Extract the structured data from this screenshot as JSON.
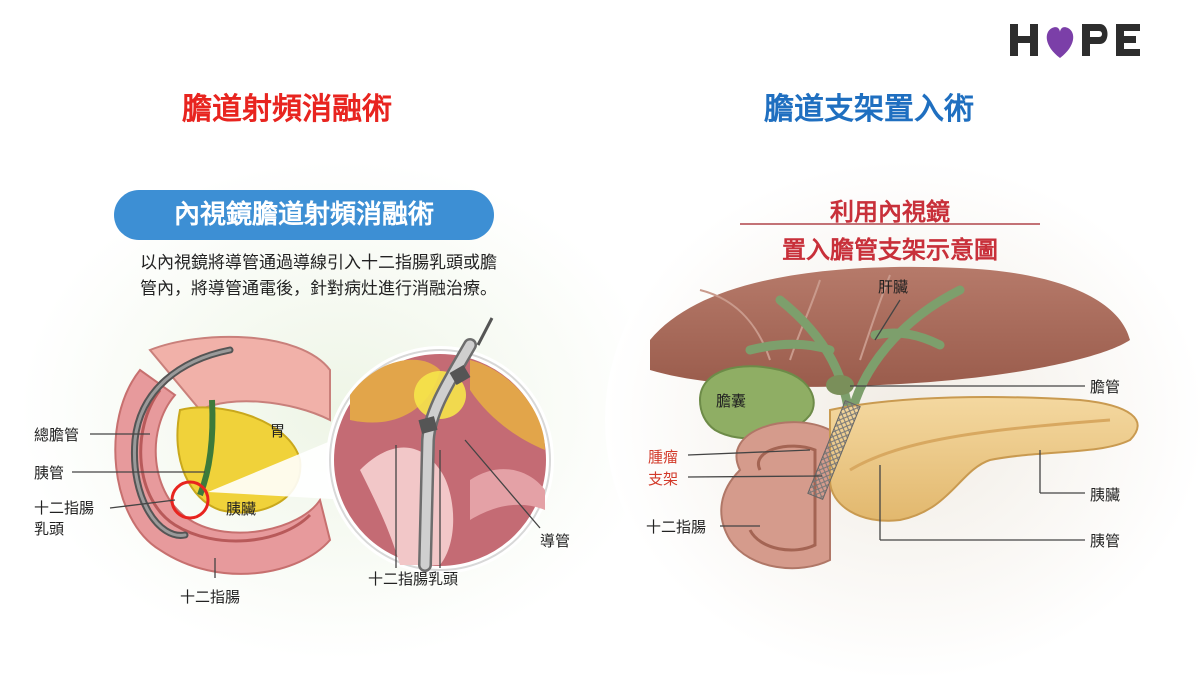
{
  "logo": {
    "text": "HOPE",
    "colors": {
      "letters": "#2d2d2d",
      "heart": "#7b3fa8"
    }
  },
  "left_panel": {
    "title": "膽道射頻消融術",
    "title_color": "#e8241f",
    "banner": "內視鏡膽道射頻消融術",
    "description": "以內視鏡將導管通過導線引入十二指腸乳頭或膽管內，將導管通電後，針對病灶進行消融治療。",
    "labels": {
      "bile_duct": "總膽管",
      "pancreatic_duct": "胰管",
      "papilla": "十二指腸\n乳頭",
      "stomach": "胃",
      "pancreas": "胰臟",
      "duodenum": "十二指腸",
      "catheter": "導管",
      "papilla_zoom": "十二指腸乳頭"
    }
  },
  "right_panel": {
    "title": "膽道支架置入術",
    "title_color": "#1f6fc0",
    "diagram_title_line1": "利用內視鏡",
    "diagram_title_line2": "置入膽管支架示意圖",
    "labels": {
      "liver": "肝臟",
      "gallbladder": "膽囊",
      "bile_duct": "膽管",
      "tumor": "腫瘤",
      "stent": "支架",
      "duodenum": "十二指腸",
      "pancreas": "胰臟",
      "pancreatic_duct": "胰管"
    }
  }
}
